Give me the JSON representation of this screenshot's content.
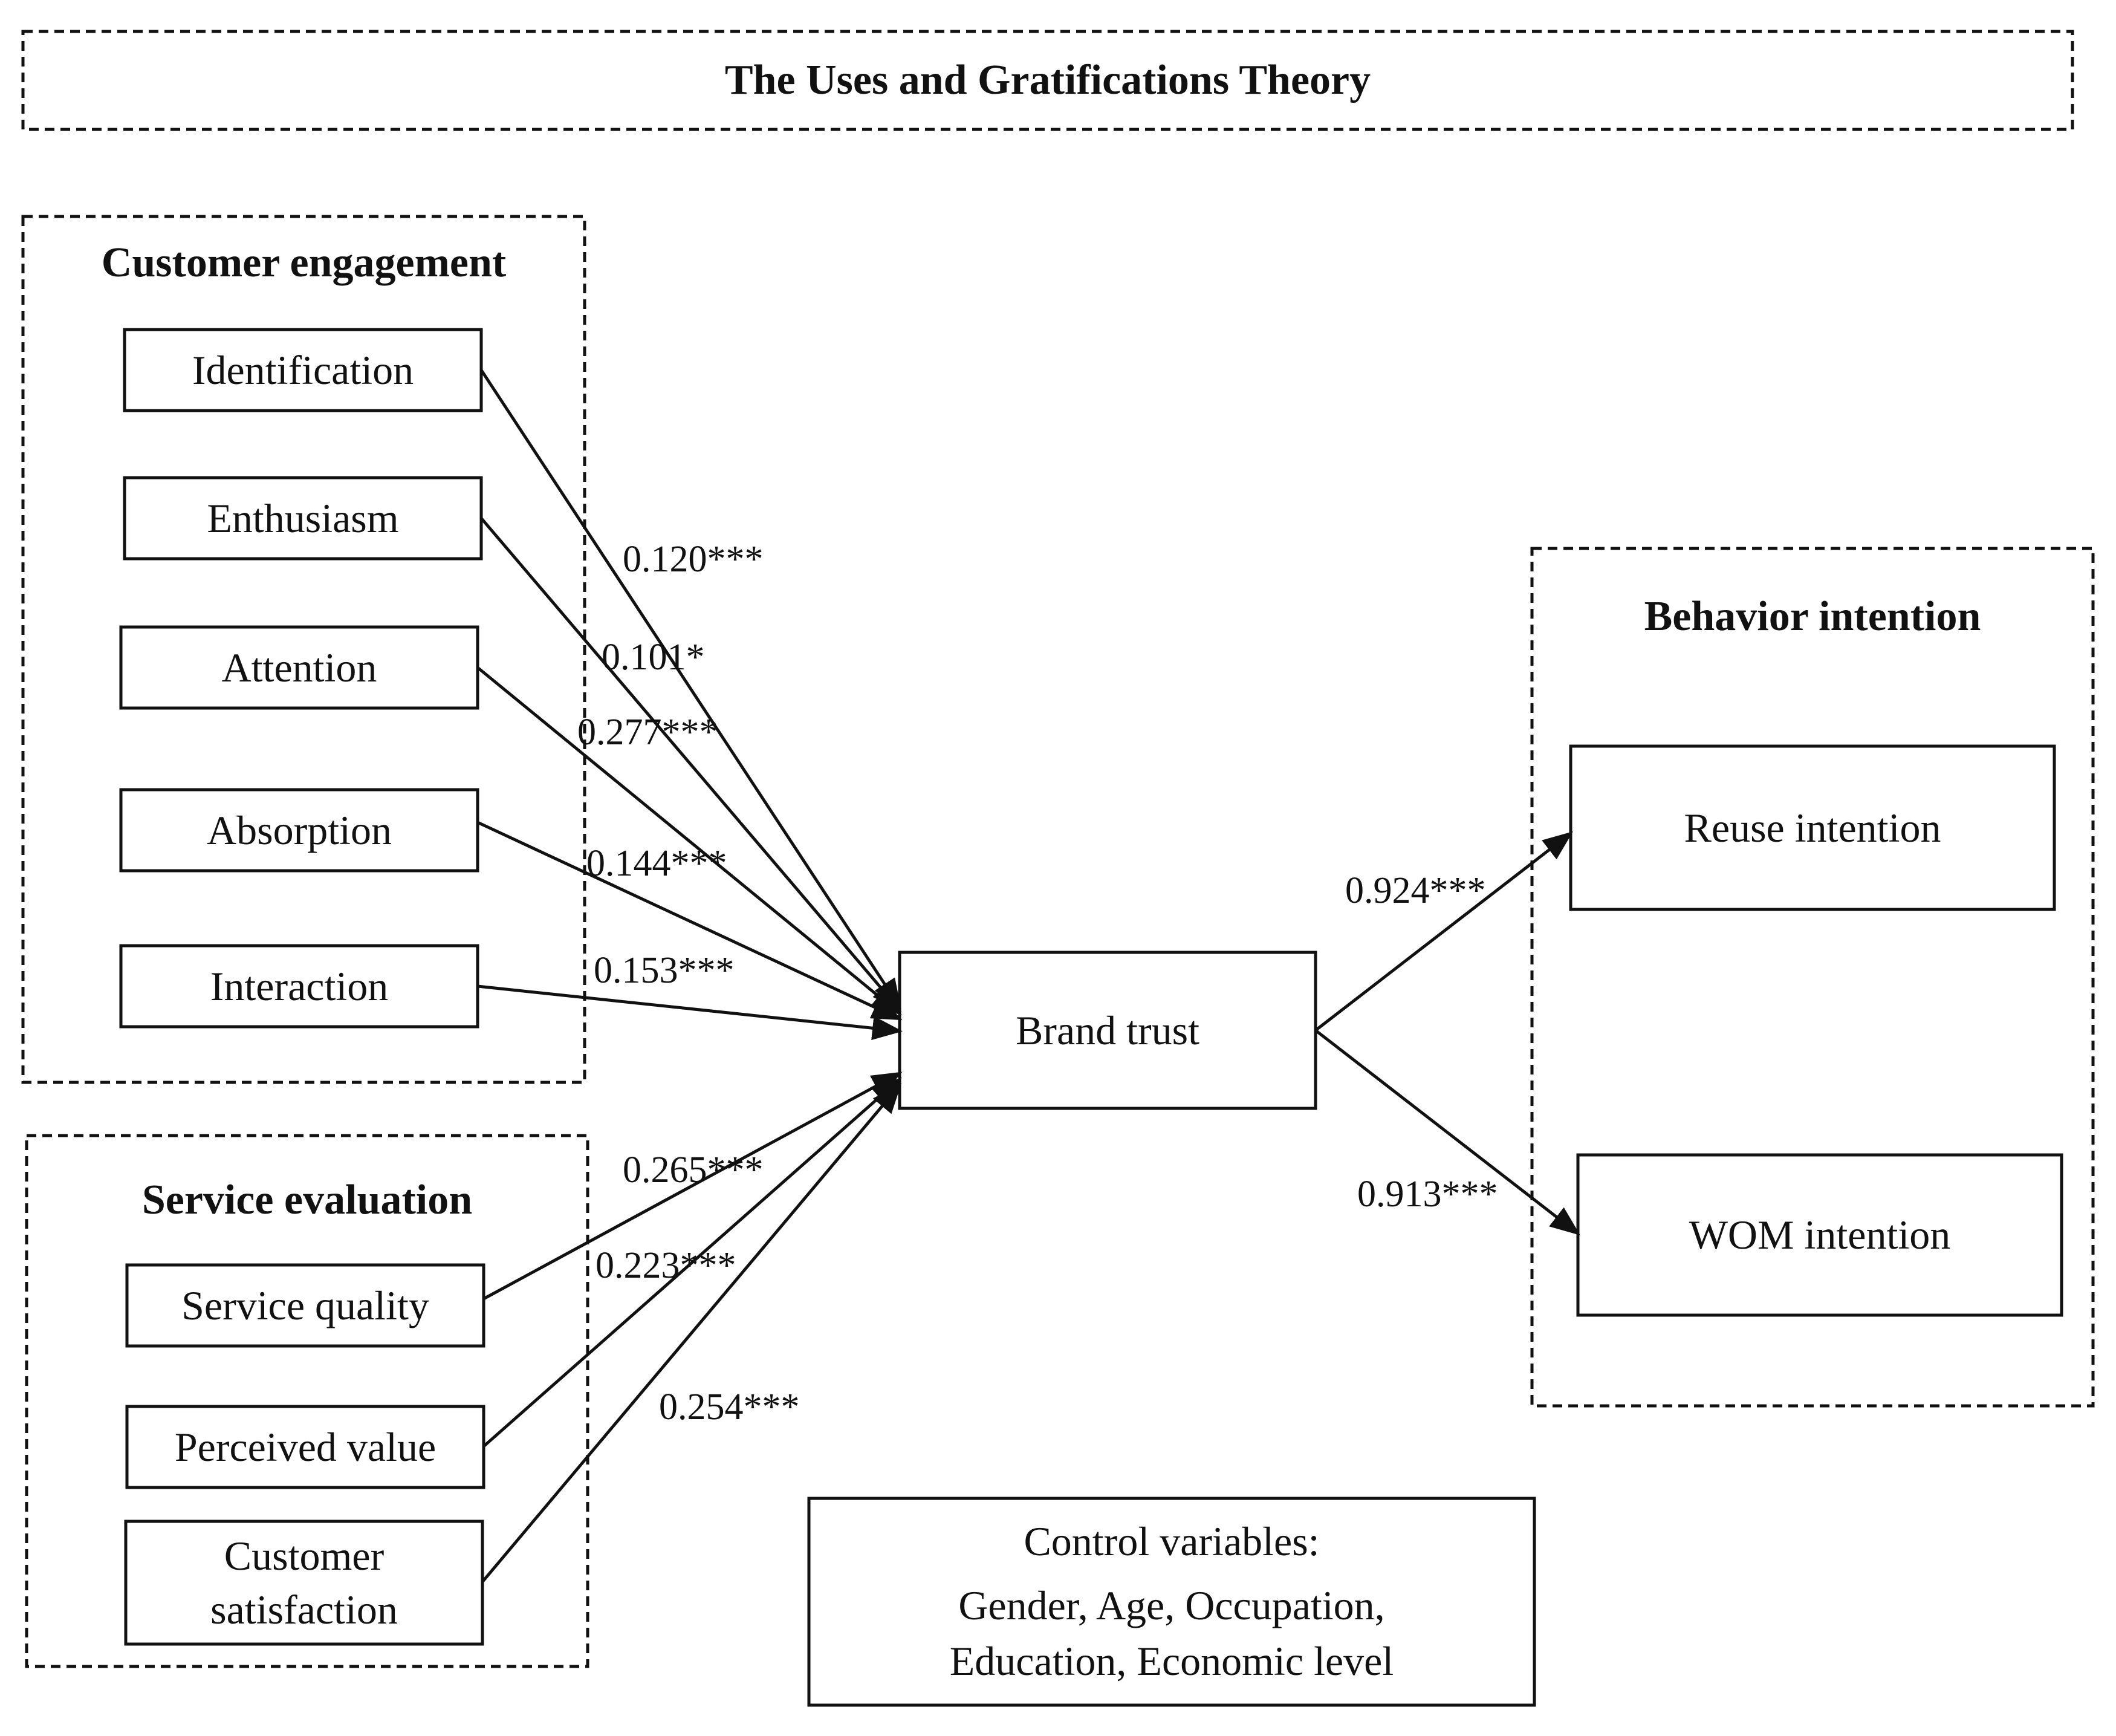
{
  "title": "The Uses and Gratifications Theory",
  "groups": {
    "customer_engagement": "Customer engagement",
    "service_evaluation": "Service evaluation",
    "behavior_intention": "Behavior intention"
  },
  "nodes": {
    "identification": "Identification",
    "enthusiasm": "Enthusiasm",
    "attention": "Attention",
    "absorption": "Absorption",
    "interaction": "Interaction",
    "service_quality": "Service quality",
    "perceived_value": "Perceived value",
    "customer_satisfaction_line1": "Customer",
    "customer_satisfaction_line2": "satisfaction",
    "brand_trust": "Brand trust",
    "reuse_intention": "Reuse intention",
    "wom_intention": "WOM intention"
  },
  "paths": {
    "identification": "0.120***",
    "enthusiasm": "0.101*",
    "attention": "0.277***",
    "absorption": "0.144***",
    "interaction": "0.153***",
    "service_quality": "0.265***",
    "perceived_value": "0.223***",
    "customer_satisfaction": "0.254***",
    "reuse_intention": "0.924***",
    "wom_intention": "0.913***"
  },
  "control": {
    "heading": "Control variables:",
    "line1": "Gender, Age, Occupation,",
    "line2": "Education, Economic level"
  }
}
